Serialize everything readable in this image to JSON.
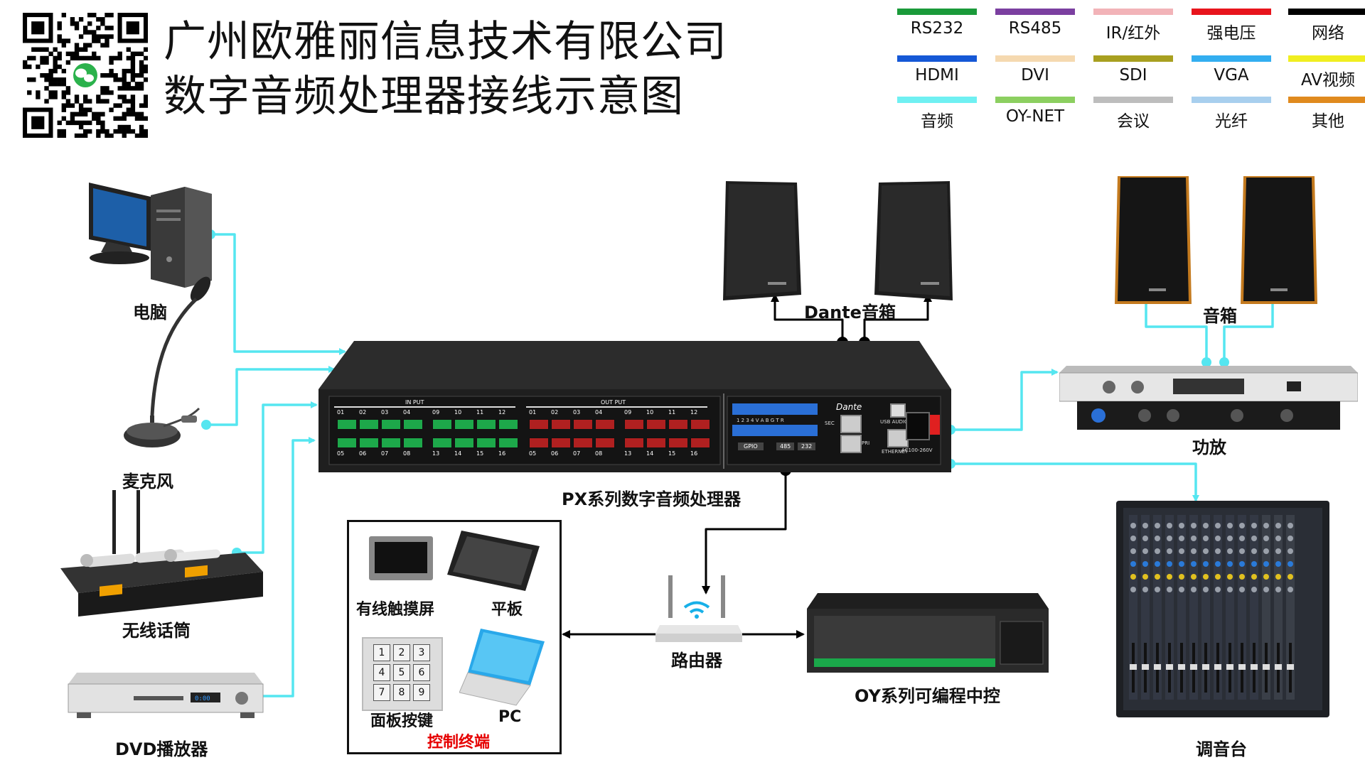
{
  "header": {
    "company": "广州欧雅丽信息技术有限公司",
    "subtitle": "数字音频处理器接线示意图"
  },
  "legend": [
    {
      "label": "RS232",
      "color": "#1a9a3a"
    },
    {
      "label": "RS485",
      "color": "#7b3fa0"
    },
    {
      "label": "IR/红外",
      "color": "#f2b3b8"
    },
    {
      "label": "强电压",
      "color": "#e8141c"
    },
    {
      "label": "网络",
      "color": "#000000"
    },
    {
      "label": "HDMI",
      "color": "#1558d6"
    },
    {
      "label": "DVI",
      "color": "#f5d9b0"
    },
    {
      "label": "SDI",
      "color": "#a8a020"
    },
    {
      "label": "VGA",
      "color": "#33aef0"
    },
    {
      "label": "AV视频",
      "color": "#f0ee20"
    },
    {
      "label": "音频",
      "color": "#6ff0f2"
    },
    {
      "label": "OY-NET",
      "color": "#8ccf60"
    },
    {
      "label": "会议",
      "color": "#bdbdbd"
    },
    {
      "label": "光纤",
      "color": "#a8cfee"
    },
    {
      "label": "其他",
      "color": "#e08a1e"
    }
  ],
  "devices": {
    "computer": "电脑",
    "microphone": "麦克风",
    "wireless_mic": "无线话筒",
    "dvd": "DVD播放器",
    "processor": "PX系列数字音频处理器",
    "dante_speakers": "Dante音箱",
    "speakers": "音箱",
    "amplifier": "功放",
    "mixer": "调音台",
    "router": "路由器",
    "central_control": "OY系列可编程中控"
  },
  "control_terminal": {
    "title": "控制终端",
    "touchscreen": "有线触摸屏",
    "tablet": "平板",
    "panel": "面板按键",
    "pc": "PC",
    "keypad": [
      "1",
      "2",
      "3",
      "4",
      "5",
      "6",
      "7",
      "8",
      "9"
    ]
  },
  "processor_panel": {
    "input_label": "IN PUT",
    "output_label": "OUT PUT",
    "in_top": [
      "01",
      "02",
      "03",
      "04",
      "09",
      "10",
      "11",
      "12"
    ],
    "in_bottom": [
      "05",
      "06",
      "07",
      "08",
      "13",
      "14",
      "15",
      "16"
    ],
    "out_top": [
      "01",
      "02",
      "03",
      "04",
      "09",
      "10",
      "11",
      "12"
    ],
    "out_bottom": [
      "05",
      "06",
      "07",
      "08",
      "13",
      "14",
      "15",
      "16"
    ],
    "gpio": "GPIO",
    "p485": "485",
    "p232": "232",
    "dante": "Dante",
    "sec": "SEC",
    "pri": "PRI",
    "usb": "USB AUDIO",
    "ethernet": "ETHERNET",
    "power": "AC100-260V",
    "gpio_nums": "1 2 3 4 V A B G T R"
  },
  "wire_colors": {
    "audio": "#55e6f0",
    "network": "#000000"
  }
}
